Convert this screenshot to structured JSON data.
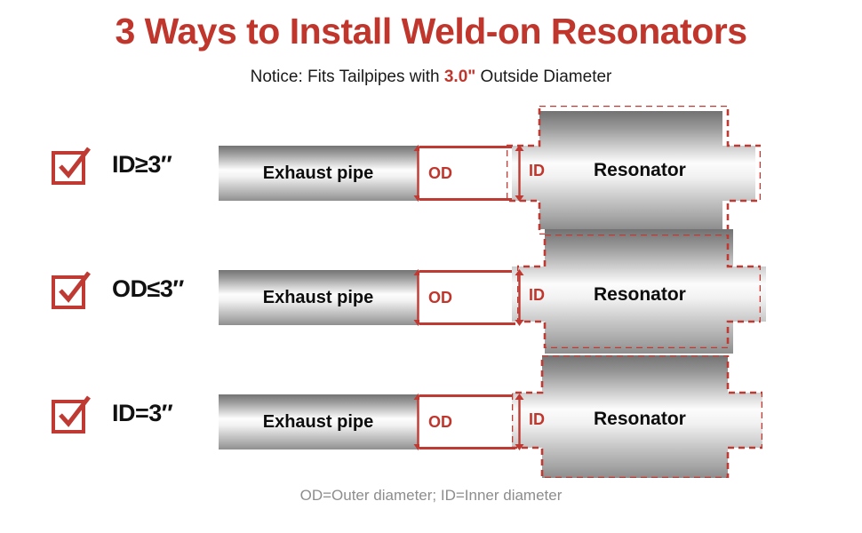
{
  "header": {
    "title": "3 Ways to Install Weld-on Resonators",
    "notice_prefix": "Notice: Fits Tailpipes with ",
    "notice_highlight": "3.0\"",
    "notice_suffix": " Outside Diameter",
    "title_color": "#C0362C",
    "highlight_color": "#C0362C"
  },
  "rows": [
    {
      "label": "ID≥3″",
      "pipe_label": "Exhaust pipe",
      "od_label": "OD",
      "id_label": "ID",
      "resonator_label": "Resonator",
      "fit": "id-larger"
    },
    {
      "label": "OD≤3″",
      "pipe_label": "Exhaust pipe",
      "od_label": "OD",
      "id_label": "ID",
      "resonator_label": "Resonator",
      "fit": "od-smaller"
    },
    {
      "label": "ID=3″",
      "pipe_label": "Exhaust pipe",
      "od_label": "OD",
      "id_label": "ID",
      "resonator_label": "Resonator",
      "fit": "exact"
    }
  ],
  "footer": {
    "legend": "OD=Outer diameter; ID=Inner diameter",
    "color": "#8d8d8d"
  },
  "palette": {
    "red": "#BE3A33",
    "metal_dark": "#737373",
    "metal_light": "#fdfdfd",
    "background": "#ffffff"
  }
}
